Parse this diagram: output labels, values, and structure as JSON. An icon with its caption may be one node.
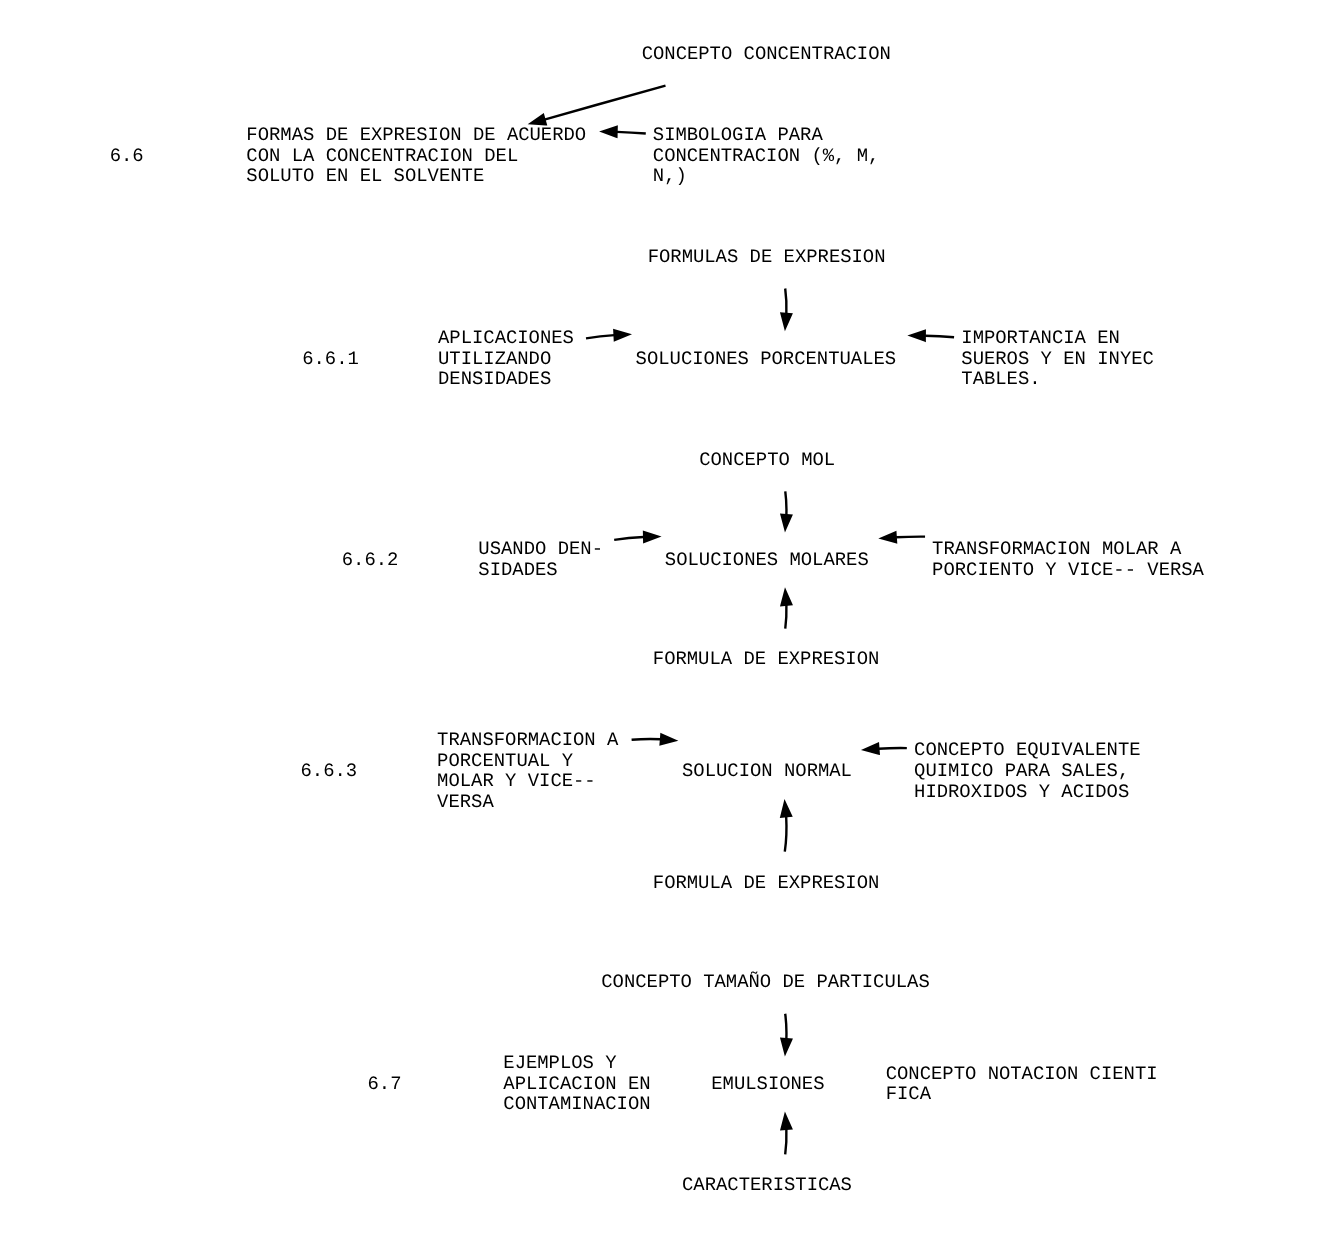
{
  "diagram": {
    "nodes": [
      {
        "text": [
          "CONCEPTO CONCENTRACION"
        ]
      },
      {
        "text": [
          "FORMAS DE EXPRESION DE ACUERDO CON LA CONCENTRACION DEL SOLUTO EN EL SOLVENTE"
        ]
      },
      {
        "text": [
          "SIMBOLOGIA PARA CONCENTRACION (%, M, N,)"
        ]
      },
      {
        "text": [
          "FORMULAS DE EXPRESION"
        ]
      },
      {
        "text": [
          "APLICACIONES UTILIZANDO DENSIDADES"
        ]
      },
      {
        "text": [
          "SOLUCIONES PORCENTUALES"
        ]
      },
      {
        "text": [
          "IMPORTANCIA EN SUEROS Y EN INYEC TABLES."
        ]
      },
      {
        "text": [
          "CONCEPTO MOL"
        ]
      },
      {
        "text": [
          "USANDO DEN- SIDADES"
        ]
      },
      {
        "text": [
          "SOLUCIONES MOLARES"
        ]
      },
      {
        "text": [
          "TRANSFORMACION MOLAR A PORCIENTO Y VICE-- VERSA"
        ]
      },
      {
        "text": [
          "FORMULA DE EXPRESION"
        ]
      },
      {
        "text": [
          "TRANSFORMACION A PORCENTUAL Y MOLAR Y VICE-- VERSA"
        ]
      },
      {
        "text": [
          "SOLUCION NORMAL"
        ]
      },
      {
        "text": [
          "CONCEPTO EQUIVALENTE QUIMICO PARA SALES, HIDROXIDOS Y ACIDOS"
        ]
      },
      {
        "text": [
          "FORMULA DE EXPRESION"
        ]
      },
      {
        "text": [
          "CONCEPTO TAMAÑO DE PARTICULAS"
        ]
      },
      {
        "text": [
          "EMULSIONES"
        ]
      },
      {
        "text": [
          "CARACTERISTICAS"
        ]
      }
    ],
    "edges": [
      {
        "from": 0,
        "to": 1,
        "arrow": "to"
      },
      {
        "from": 2,
        "to": 1,
        "arrow": "to"
      },
      {
        "from": 3,
        "to": 5,
        "arrow": "to"
      },
      {
        "from": 4,
        "to": 5,
        "arrow": "to"
      },
      {
        "from": 6,
        "to": 5,
        "arrow": "to"
      },
      {
        "from": 7,
        "to": 9,
        "arrow": "to"
      },
      {
        "from": 8,
        "to": 9,
        "arrow": "to"
      },
      {
        "from": 10,
        "to": 9,
        "arrow": "to"
      },
      {
        "from": 11,
        "to": 9,
        "arrow": "to"
      },
      {
        "from": 12,
        "to": 13,
        "arrow": "to"
      },
      {
        "from": 14,
        "to": 13,
        "arrow": "to"
      },
      {
        "from": 15,
        "to": 13,
        "arrow": "to"
      },
      {
        "from": 16,
        "to": 17,
        "arrow": "to"
      },
      {
        "from": 18,
        "to": 17,
        "arrow": "to"
      }
    ],
    "labels": [
      "6.6",
      "6.6.1",
      "6.6.2",
      "6.6.3",
      "6.7",
      "EJEMPLOS Y APLICACION EN CONTAMINACION",
      "CONCEPTO NOTACION CIENTI FICA"
    ]
  }
}
